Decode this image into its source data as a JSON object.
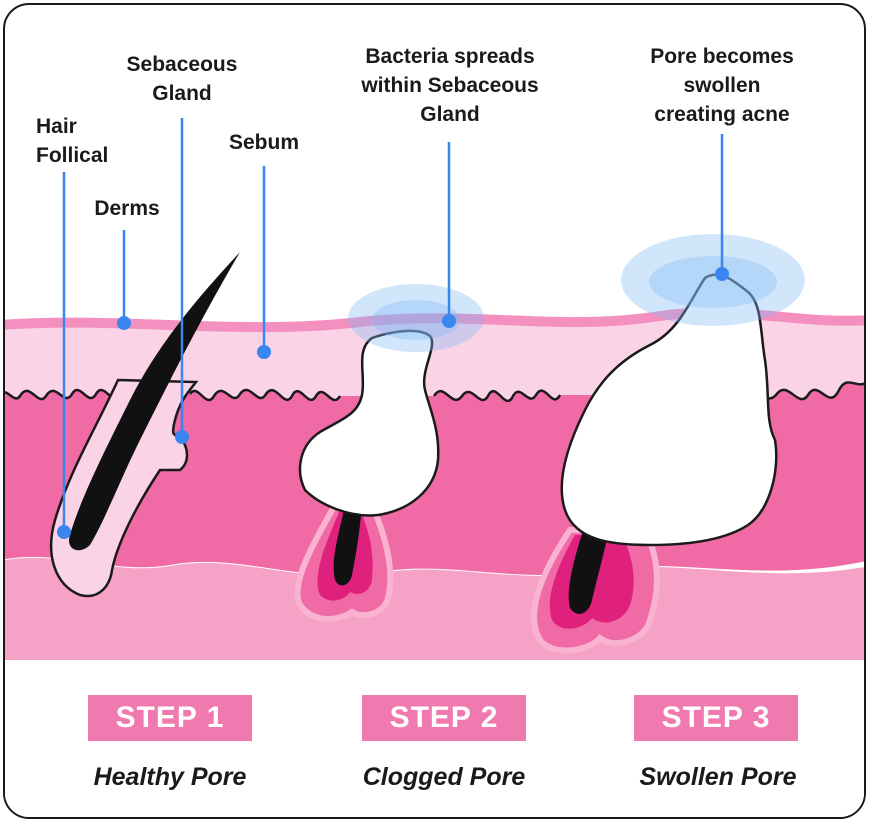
{
  "labels": {
    "hair_follicle": "Hair\nFollical",
    "sebaceous_gland": "Sebaceous\nGland",
    "derms": "Derms",
    "sebum": "Sebum",
    "bacteria": "Bacteria spreads\nwithin Sebaceous\nGland",
    "pore_swollen": "Pore becomes\nswollen\ncreating acne"
  },
  "steps": [
    {
      "badge": "STEP 1",
      "caption": "Healthy Pore"
    },
    {
      "badge": "STEP 2",
      "caption": "Clogged Pore"
    },
    {
      "badge": "STEP 3",
      "caption": "Swollen Pore"
    }
  ],
  "colors": {
    "epidermis_line": "#f490c0",
    "epidermis_fill": "#fbd3e6",
    "dermis": "#f06aa5",
    "deep_layer": "#f8a9cc",
    "bottom_band": "#fbe1ed",
    "leader_line": "#3a86f0",
    "badge": "#f07ab0",
    "outline": "#1a1a1a"
  }
}
